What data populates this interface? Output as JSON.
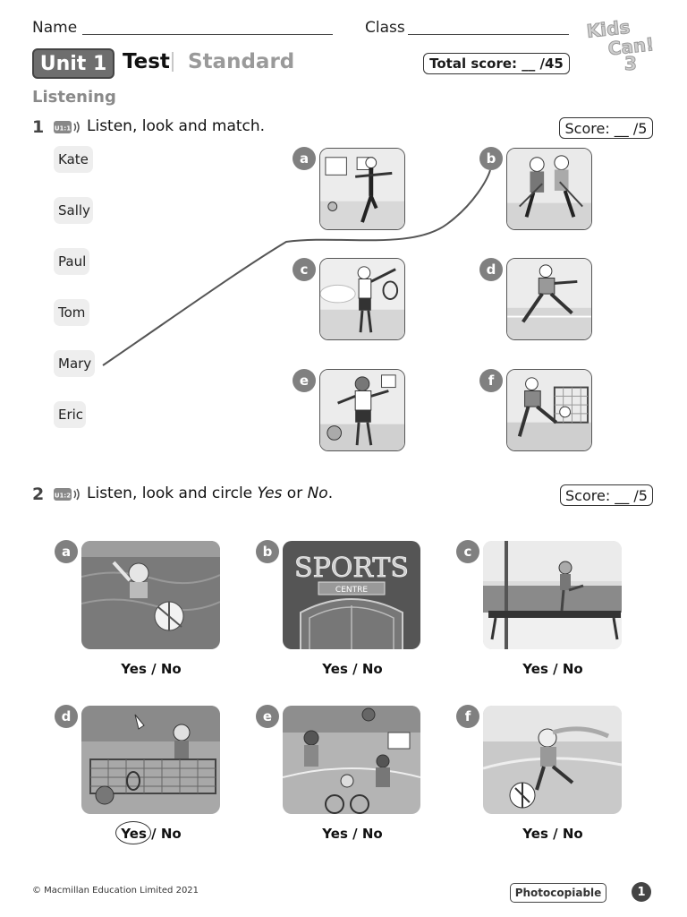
{
  "header": {
    "name_label": "Name",
    "class_label": "Class",
    "unit_label": "Unit 1",
    "test_label": "Test",
    "level_label": "Standard",
    "total_score": "Total score: __ /45",
    "logo_text": "Kids Can! 3"
  },
  "section": {
    "title": "Listening"
  },
  "q1": {
    "number": "1",
    "audio_track": "U1:1",
    "instruction": "Listen, look and match.",
    "score": "Score: __ /5",
    "names": [
      "Kate",
      "Sally",
      "Paul",
      "Tom",
      "Mary",
      "Eric"
    ],
    "letters": [
      "a",
      "b",
      "c",
      "d",
      "e",
      "f"
    ],
    "example_match": {
      "name": "Mary",
      "letter": "b"
    }
  },
  "q2": {
    "number": "2",
    "audio_track": "U1:2",
    "instruction_pre": "Listen, look and circle ",
    "instruction_yes": "Yes",
    "instruction_mid": " or ",
    "instruction_no": "No",
    "instruction_end": ".",
    "score": "Score: __ /5",
    "items": [
      {
        "letter": "a",
        "yes": "Yes",
        "sep": " / ",
        "no": "No",
        "circled": ""
      },
      {
        "letter": "b",
        "yes": "Yes",
        "sep": " / ",
        "no": "No",
        "circled": "",
        "sign_text": "SPORTS",
        "sign_sub": "CENTRE"
      },
      {
        "letter": "c",
        "yes": "Yes",
        "sep": " / ",
        "no": "No",
        "circled": ""
      },
      {
        "letter": "d",
        "yes": "Yes",
        "sep": " / ",
        "no": "No",
        "circled": "Yes"
      },
      {
        "letter": "e",
        "yes": "Yes",
        "sep": " / ",
        "no": "No",
        "circled": ""
      },
      {
        "letter": "f",
        "yes": "Yes",
        "sep": " / ",
        "no": "No",
        "circled": ""
      }
    ]
  },
  "footer": {
    "copyright": "© Macmillan Education Limited 2021",
    "photocopiable": "Photocopiable",
    "page": "1"
  }
}
